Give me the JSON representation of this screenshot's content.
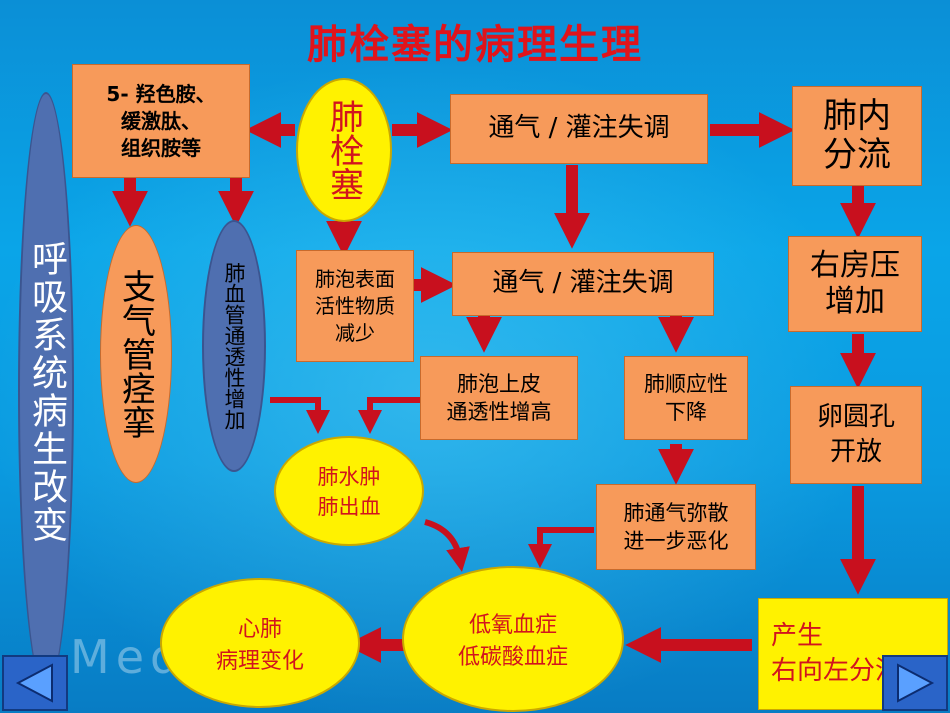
{
  "title": "肺栓塞的病理生理",
  "left_ellipse": "呼吸系统病生改变",
  "center_ellipse": "肺栓塞",
  "boxes": {
    "mediators": "5- 羟色胺、\n缓激肽、\n组织胺等",
    "vq_top": "通气 / 灌注失调",
    "shunt": "肺内\n分流",
    "surfactant": "肺泡表面\n活性物质\n减少",
    "vq_mid": "通气 / 灌注失调",
    "ra_pressure": "右房压\n增加",
    "alveolar_perm": "肺泡上皮\n通透性增高",
    "compliance": "肺顺应性\n下降",
    "foramen": "卵圆孔\n开放",
    "ventilation_dispersion": "肺通气弥散\n进一步恶化",
    "rl_shunt": "产生\n右向左分流"
  },
  "ellipses": {
    "bronchospasm": "支气管痉挛",
    "vascular_perm": "肺血管通透性增加",
    "edema": "肺水肿\n肺出血",
    "hypoxemia": "低氧血症\n低碳酸血症",
    "cardiopulmonary": "心肺\n病理变化"
  },
  "watermark": "Medi         alth",
  "colors": {
    "box": "#f79a5a",
    "yellow": "#fff200",
    "arrow": "#c8101e",
    "title": "#e0141b",
    "blue": "#4f6fb0"
  }
}
